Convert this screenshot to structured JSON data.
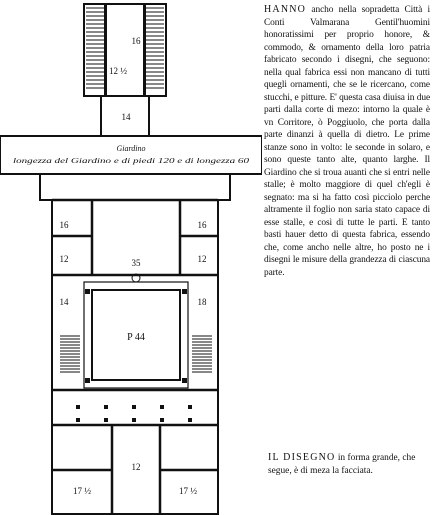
{
  "plan": {
    "room_labels": {
      "upper_room": "16",
      "upper_room_left": "12 ½",
      "hall_14": "14",
      "side_left_16": "16",
      "side_left_12": "12",
      "side_right_16": "16",
      "side_right_12": "12",
      "hall_35": "35",
      "left_14": "14",
      "right_18": "18",
      "court": "P 44",
      "bottom_left": "17 ½",
      "bottom_right": "17 ½",
      "bottom_mid": "12"
    },
    "garden_title": "Giardino",
    "garden_caption": "longezza del Giardino e di piedi 120 e di longezza 60"
  },
  "text": {
    "lead_word": "HANNO",
    "body": "ancho nella sopradetta Città i Conti Valmarana Gentil'huomini honoratissimi per proprio honore, & commodo, & ornamento della loro patria fabricato secondo i disegni, che seguono: nella qual fabrica essi non mancano di tutti quegli ornamenti, che se le ricercano, come stucchi, e pitture. E' questa casa diuisa in due parti dalla corte di mezo: intorno la quale è vn Corritore, ò Poggiuolo, che porta dalla parte dinanzi à quella di dietro. Le prime stanze sono in volto: le seconde in solaro, e sono queste tanto alte, quanto larghe. Il Giardino che si troua auanti che si entri nelle stalle; è molto maggiore di quel ch'egli è segnato: ma si ha fatto così picciolo perche altramente il foglio non saria stato capace di esse stalle, e così di tutte le parti. E tanto basti hauer detto di questa fabrica, essendo che, come ancho nelle altre, ho posto ne i disegni le misure della grandezza di ciascuna parte."
  },
  "caption": {
    "lead_word": "IL DISEGNO",
    "body": "in forma grande, che segue, è di meza la facciata."
  }
}
